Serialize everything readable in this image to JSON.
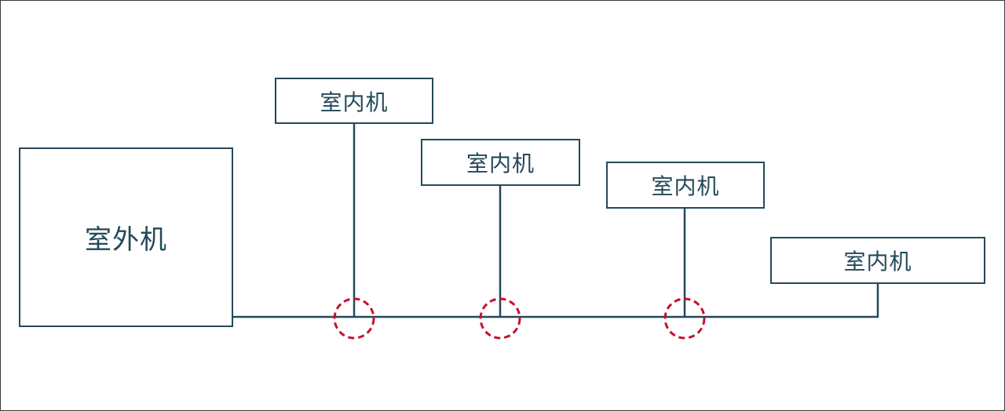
{
  "diagram": {
    "outdoor_unit": {
      "label": "室外机"
    },
    "indoor_units": [
      {
        "label": "室内机"
      },
      {
        "label": "室内机"
      },
      {
        "label": "室内机"
      },
      {
        "label": "室内机"
      }
    ],
    "colors": {
      "line": "#23495a",
      "highlight": "#c8102e",
      "frame": "#3c3c3c"
    }
  }
}
